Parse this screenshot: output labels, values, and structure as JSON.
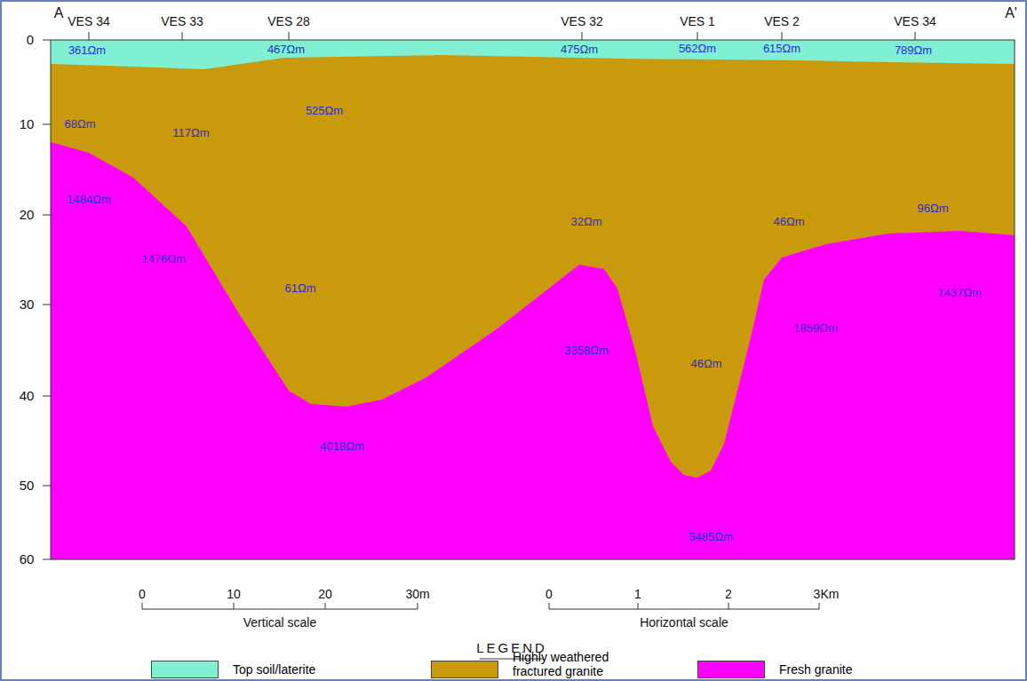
{
  "diagram": {
    "labels": [
      "A",
      "A'",
      "VES 34",
      "VES 33",
      "VES 28",
      "VES 32",
      "VES 1",
      "VES 2",
      "VES 34",
      "0",
      "10",
      "20",
      "30",
      "40",
      "50",
      "60",
      "361Ωm",
      "467Ωm",
      "475Ωm",
      "562Ωm",
      "615Ωm",
      "789Ωm",
      "68Ωm",
      "117Ωm",
      "525Ωm",
      "96Ωm",
      "32Ωm",
      "46Ωm",
      "61Ωm",
      "46Ωm",
      "1484Ωm",
      "1476Ωm",
      "4018Ωm",
      "3358Ωm",
      "1859Ωm",
      "1437Ωm",
      "5485Ωm",
      "0",
      "10",
      "20",
      "30m",
      "Vertical scale",
      "0",
      "1",
      "2",
      "3Km",
      "Horizontal scale",
      "LEGEND"
    ],
    "legend": [
      {
        "text": "Top soil/laterite",
        "color": "#7ff0d2"
      },
      {
        "text": "Highly weathered fractured granite",
        "color": "#c99a0c"
      },
      {
        "text": "Fresh granite",
        "color": "#ff00ff"
      }
    ]
  }
}
